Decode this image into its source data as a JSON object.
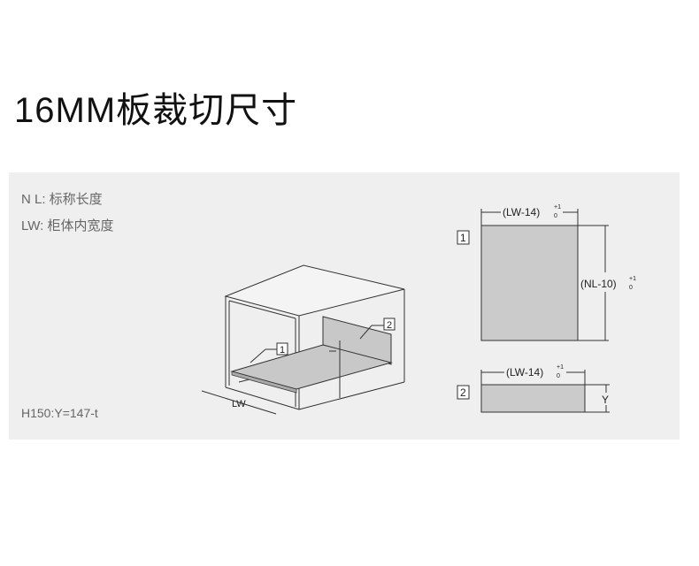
{
  "title": "16MM板裁切尺寸",
  "legend": {
    "nl": "N L: 标称长度",
    "lw": "LW: 柜体内宽度"
  },
  "formula": "H150:Y=147-t",
  "diagram": {
    "lw_label": "LW",
    "part1": "1",
    "part2": "2"
  },
  "part1": {
    "label": "1",
    "width_dim": "(LW-14)",
    "height_dim": "(NL-10)",
    "tol_upper": "+1",
    "tol_lower": "0"
  },
  "part2": {
    "label": "2",
    "width_dim": "(LW-14)",
    "height_dim": "Y",
    "tol_upper": "+1",
    "tol_lower": "0"
  }
}
